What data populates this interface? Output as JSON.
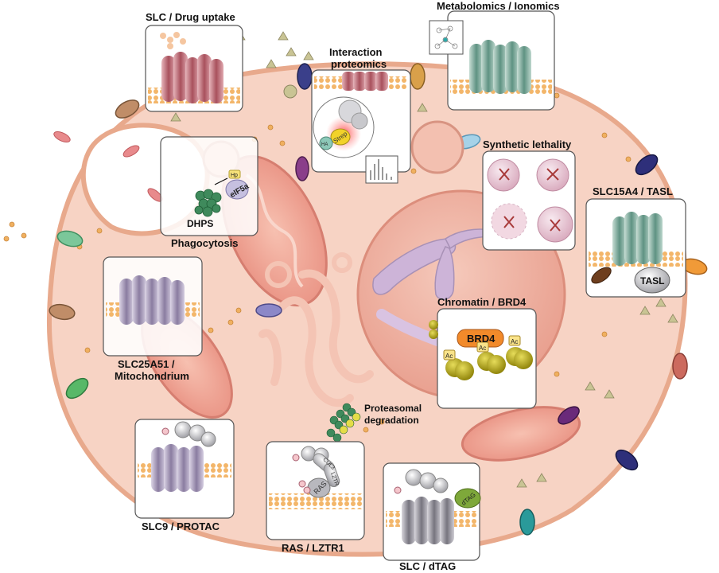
{
  "labels": {
    "slc_drug": "SLC / Drug uptake",
    "metabolomics": "Metabolomics / Ionomics",
    "interaction_1": "Interaction",
    "interaction_2": "proteomics",
    "synthetic": "Synthetic lethality",
    "slc15a4": "SLC15A4 / TASL",
    "phagocytosis": "Phagocytosis",
    "dhps": "DHPS",
    "eif5a": "eIF5a",
    "hp": "Hp",
    "strep": "Strep",
    "ha": "HA",
    "slc25a51_1": "SLC25A51 /",
    "slc25a51_2": "Mitochondrium",
    "chromatin": "Chromatin / BRD4",
    "brd4": "BRD4",
    "ac": "Ac",
    "tasl": "TASL",
    "proteasomal_1": "Proteasomal",
    "proteasomal_2": "degradation",
    "slc9": "SLC9 / PROTAC",
    "ras_lztr1": "RAS / LZTR1",
    "slc_dtag": "SLC / dTAG",
    "ras": "RAS",
    "cul3": "CUL3",
    "lztr": "LZTR",
    "dtag": "dTAG"
  },
  "colors": {
    "cell_fill": "#f7d3c4",
    "cell_stroke": "#e8a98c",
    "nucleus": "#f1b8a8",
    "mito": "#f0a79a",
    "membrane_dot": "#f0b060",
    "panel_border": "#555555",
    "slc_red": "#b86a78",
    "slc_teal": "#7aa898",
    "slc_purple": "#a89bb8",
    "slc_gray": "#8c8a94",
    "acetyl": "#b7a816",
    "brd4": "#f28a2a"
  },
  "icons": {
    "substrate": "triangle-icon",
    "metabolite": "dot-icon",
    "transporter": "barrel-transporter-icon"
  }
}
